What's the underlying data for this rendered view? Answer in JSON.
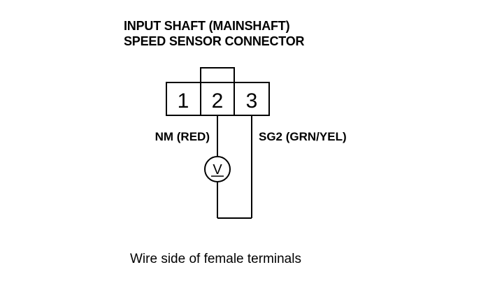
{
  "title": {
    "line1": "INPUT SHAFT (MAINSHAFT)",
    "line2": "SPEED SENSOR CONNECTOR"
  },
  "connector": {
    "pins": [
      "1",
      "2",
      "3"
    ]
  },
  "wires": {
    "left_label": "NM (RED)",
    "right_label": "SG2 (GRN/YEL)"
  },
  "meter": {
    "symbol": "V",
    "icon": "voltmeter-icon"
  },
  "caption": "Wire side of female terminals",
  "colors": {
    "ink": "#000000",
    "background": "#ffffff"
  }
}
